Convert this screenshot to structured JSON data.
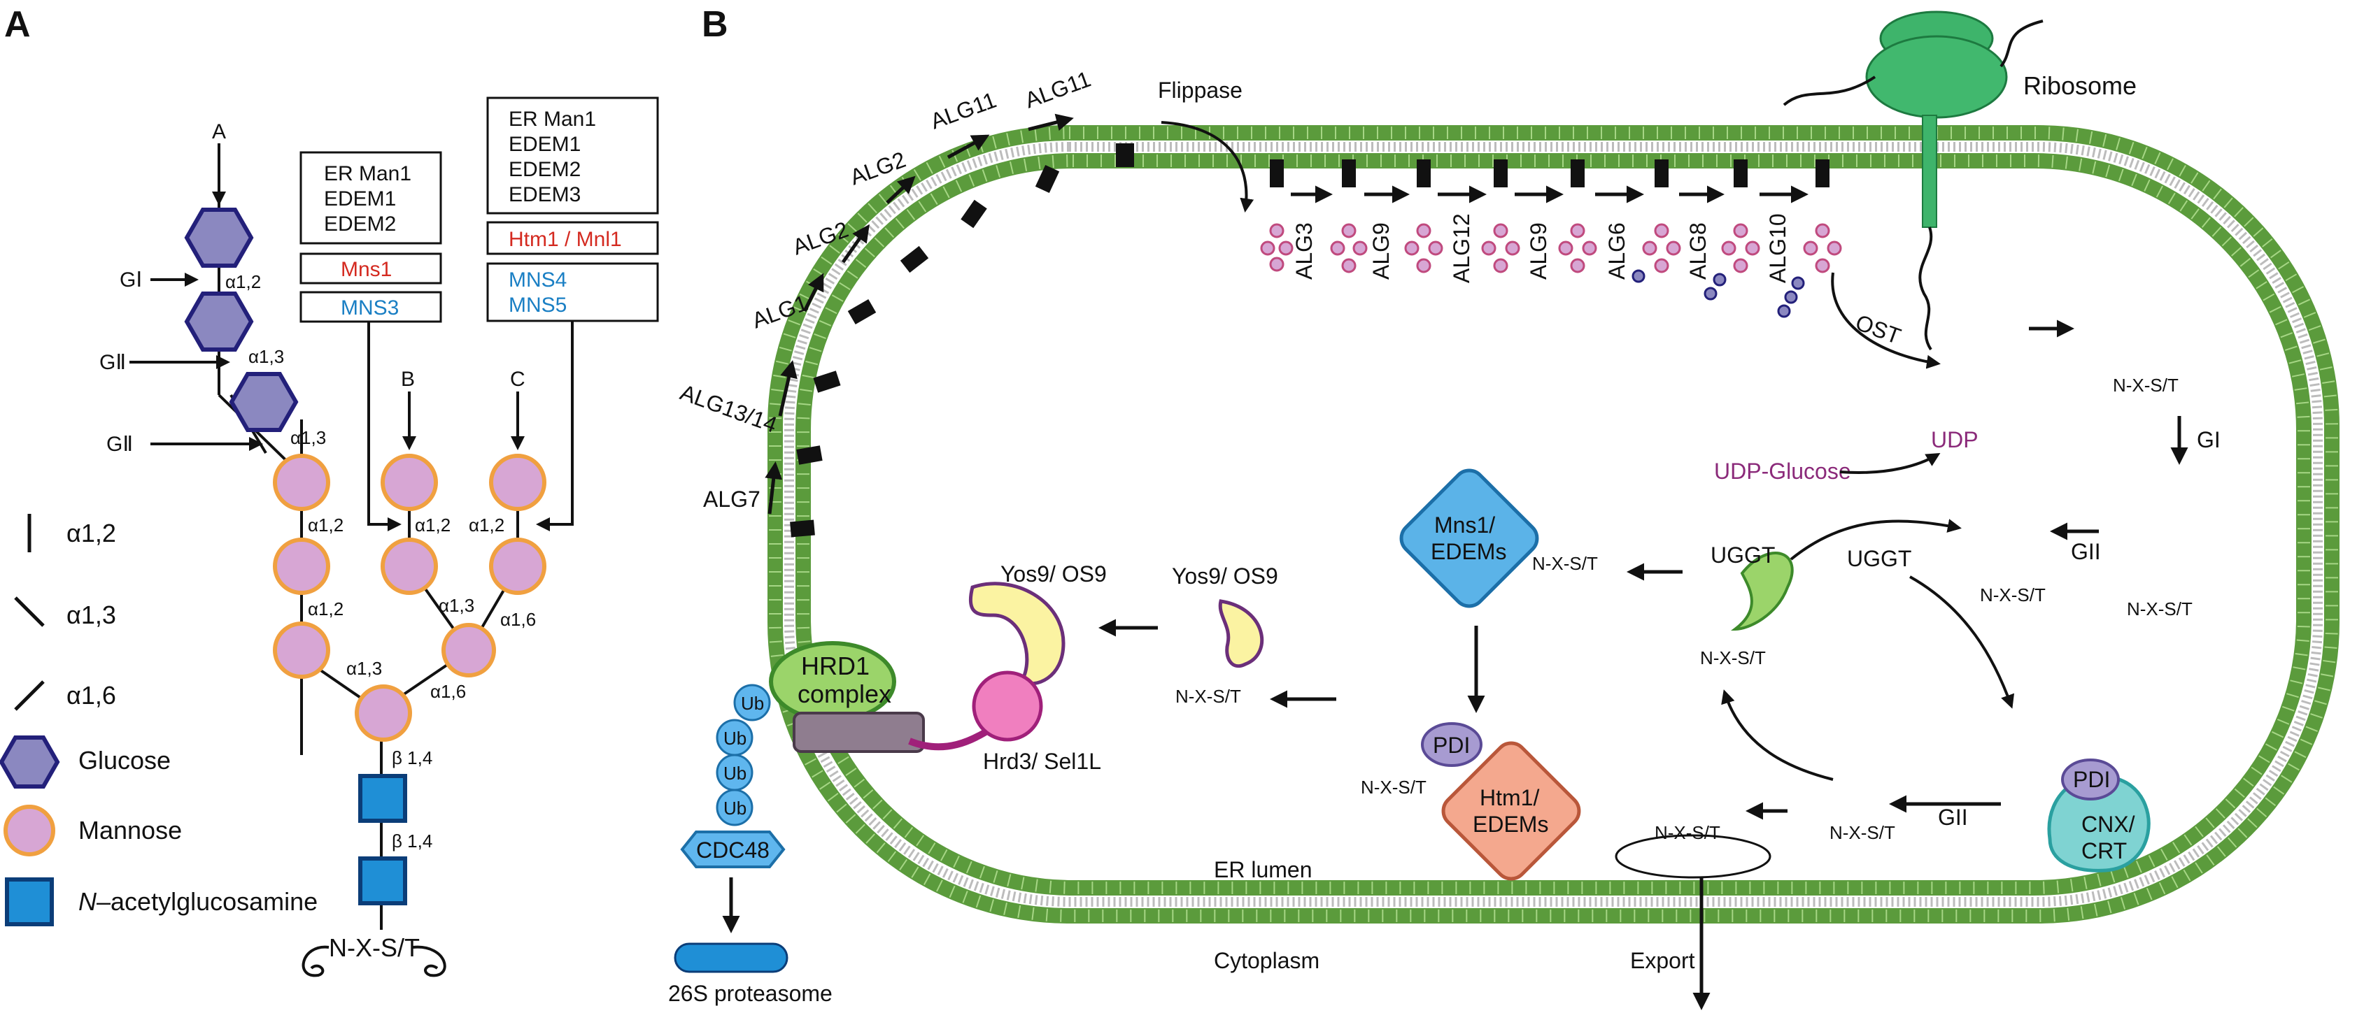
{
  "panel_a": {
    "label": "A",
    "cleavage": {
      "a": "A",
      "b": "B",
      "c": "C",
      "gi": "GⅠ",
      "gii_1": "GⅡ",
      "gii_2": "GⅡ"
    },
    "linkages": {
      "glc_a12": "α1,2",
      "glc_a13_1": "α1,3",
      "glc_a13_2": "α1,3",
      "man_a12_a": "α1,2",
      "man_a12_b": "α1,2",
      "man_a12_c": "α1,2",
      "man_a12_d": "α1,2",
      "man_a13_a": "α1,3",
      "man_a13_b": "α1,3",
      "man_a16_a": "α1,6",
      "man_a16_b": "α1,6",
      "b14_1": "β 1,4",
      "b14_2": "β 1,4"
    },
    "sequon": "N-X-S/T",
    "box_b": {
      "lines": [
        "ER Man1",
        "EDEM1",
        "EDEM2"
      ],
      "red": "Mns1",
      "blue": "MNS3"
    },
    "box_c": {
      "lines": [
        "ER Man1",
        "EDEM1",
        "EDEM2",
        "EDEM3"
      ],
      "red": "Htm1 / Mnl1",
      "blue_lines": [
        "MNS4",
        "MNS5"
      ]
    },
    "legend": {
      "a12": "α1,2",
      "a13": "α1,3",
      "a16": "α1,6",
      "glucose": "Glucose",
      "mannose": "Mannose",
      "glcnac_prefix": "N",
      "glcnac_rest": "–acetylglucosamine"
    }
  },
  "panel_b": {
    "label": "B",
    "alg_left": [
      "ALG7",
      "ALG13/14",
      "ALG1",
      "ALG2",
      "ALG2",
      "ALG11",
      "ALG11"
    ],
    "flippase": "Flippase",
    "alg_lumen": [
      "ALG3",
      "ALG9",
      "ALG12",
      "ALG9",
      "ALG6",
      "ALG8",
      "ALG10"
    ],
    "ribosome": "Ribosome",
    "ost": "OST",
    "sequon": "N-X-S/T",
    "gi": "GI",
    "gii_1": "GII",
    "gii_2": "GII",
    "udp_glucose": "UDP-Glucose",
    "udp": "UDP",
    "uggt_label": "UGGT",
    "uggt_arrow": "UGGT",
    "pdi": "PDI",
    "cnx_crt": [
      "CNX/",
      "CRT"
    ],
    "mns1": [
      "Mns1/",
      "EDEMs"
    ],
    "htm1": [
      "Htm1/",
      "EDEMs"
    ],
    "pdi_2": "PDI",
    "yos9_1": "Yos9/ OS9",
    "yos9_2": "Yos9/ OS9",
    "hrd1": [
      "HRD1",
      "complex"
    ],
    "hrd3": "Hrd3/ Sel1L",
    "ub": [
      "Ub",
      "Ub",
      "Ub",
      "Ub"
    ],
    "cdc48": "CDC48",
    "proteasome": "26S proteasome",
    "er_lumen": "ER lumen",
    "cytoplasm": "Cytoplasm",
    "export": "Export"
  },
  "colors": {
    "glucose_fill": "#8b88c0",
    "glucose_stroke": "#23207a",
    "mannose_fill": "#d7a6d4",
    "mannose_stroke": "#f0a040",
    "glcnac_fill": "#1f8fd6",
    "glcnac_stroke": "#0b3d78",
    "membrane": "#9fd07c",
    "ribosome": "#41b86e",
    "hrd1": "#9bd46a",
    "mns1_box": "#5bb3e8",
    "htm1_box": "#f4a88e",
    "pdi": "#a79bd1",
    "cnx": "#7fd3d2",
    "yos9": "#fbf3a2",
    "hrd3": "#f07fbf",
    "ub": "#5fb6ee",
    "red_text": "#d42a20",
    "blue_text": "#1a7fc4",
    "purple_text": "#8b2a7a"
  }
}
